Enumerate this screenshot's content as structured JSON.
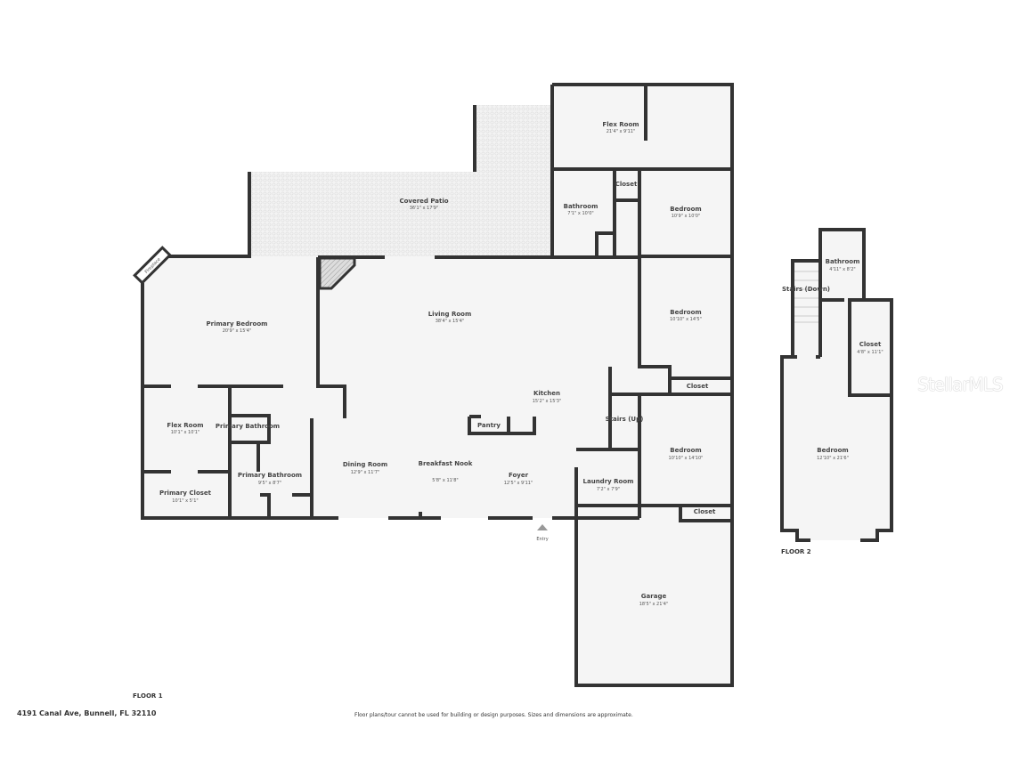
{
  "floor1": {
    "label": "FLOOR 1",
    "rooms": [
      {
        "name": "Covered Patio",
        "dims": "36'1\" x 17'9\""
      },
      {
        "name": "Flex Room",
        "dims": "21'4\" x 9'11\""
      },
      {
        "name": "Bathroom",
        "dims": "7'1\" x 10'0\""
      },
      {
        "name": "Closet",
        "dims": ""
      },
      {
        "name": "Bedroom",
        "dims": "10'9\" x 10'0\""
      },
      {
        "name": "Primary Bedroom",
        "dims": "20'9\" x 15'4\""
      },
      {
        "name": "Living Room",
        "dims": "38'4\" x 15'4\""
      },
      {
        "name": "Bedroom",
        "dims": "10'10\" x 14'5\""
      },
      {
        "name": "Closet",
        "dims": ""
      },
      {
        "name": "Kitchen",
        "dims": "15'2\" x 15'3\""
      },
      {
        "name": "Pantry",
        "dims": ""
      },
      {
        "name": "Stairs (Up)",
        "dims": ""
      },
      {
        "name": "Flex Room",
        "dims": "10'1\" x 10'1\""
      },
      {
        "name": "Primary Bathroom",
        "dims": ""
      },
      {
        "name": "Primary Bathroom",
        "dims": "9'5\" x 8'7\""
      },
      {
        "name": "Dining Room",
        "dims": "12'9\" x 11'7\""
      },
      {
        "name": "Breakfast Nook",
        "dims": "5'8\" x 11'8\""
      },
      {
        "name": "Foyer",
        "dims": "12'5\" x 9'11\""
      },
      {
        "name": "Laundry Room",
        "dims": "7'2\" x 7'9\""
      },
      {
        "name": "Bedroom",
        "dims": "10'10\" x 14'10\""
      },
      {
        "name": "Primary Closet",
        "dims": "10'1\" x 5'1\""
      },
      {
        "name": "Closet",
        "dims": ""
      },
      {
        "name": "Garage",
        "dims": "18'5\" x 21'4\""
      }
    ],
    "fireplace": "Fireplace",
    "entry": "Entry"
  },
  "floor2": {
    "label": "FLOOR 2",
    "rooms": [
      {
        "name": "Bathroom",
        "dims": "4'11\" x 8'2\""
      },
      {
        "name": "Stairs (Down)",
        "dims": ""
      },
      {
        "name": "Closet",
        "dims": "4'8\" x 11'1\""
      },
      {
        "name": "Bedroom",
        "dims": "12'10\" x 21'6\""
      }
    ]
  },
  "address": "4191 Canal Ave, Bunnell, FL 32110",
  "disclaimer": "Floor plans/tour cannot be used for building or design purposes. Sizes and dimensions are approximate.",
  "watermark": "StellarMLS",
  "colors": {
    "wall": "#333333",
    "floor": "#f5f5f5",
    "patio": "#eeeeee"
  }
}
